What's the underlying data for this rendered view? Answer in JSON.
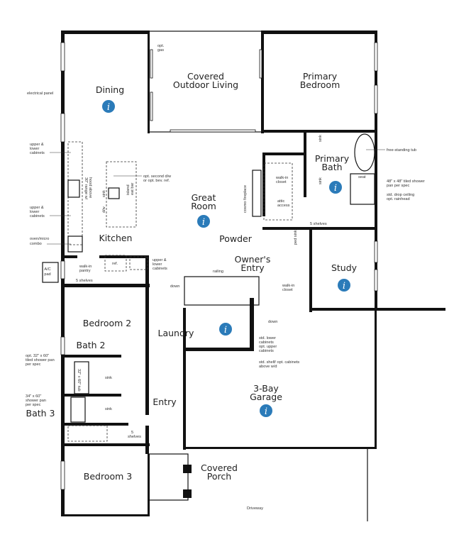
{
  "rooms": {
    "dining": "Dining",
    "covered_outdoor_living": [
      "Covered",
      "Outdoor Living"
    ],
    "primary_bedroom": [
      "Primary",
      "Bedroom"
    ],
    "primary_bath": [
      "Primary",
      "Bath"
    ],
    "great_room": [
      "Great",
      "Room"
    ],
    "kitchen": "Kitchen",
    "powder": "Powder",
    "owners_entry": [
      "Owner's",
      "Entry"
    ],
    "study": "Study",
    "bedroom_2": "Bedroom 2",
    "laundry": "Laundry",
    "bath_2": "Bath 2",
    "garage": [
      "3-Bay",
      "Garage"
    ],
    "entry": "Entry",
    "bath_3": "Bath 3",
    "covered_porch": [
      "Covered",
      "Porch"
    ],
    "bedroom_3": "Bedroom 3",
    "driveway": "Driveway"
  },
  "notes": {
    "opt_gas": [
      "opt.",
      "gas"
    ],
    "electrical_panel": "electrical panel",
    "upper_lower_1": [
      "upper &",
      "lower",
      "cabinets"
    ],
    "upper_lower_2": [
      "upper &",
      "lower",
      "cabinets"
    ],
    "range": [
      "30\" range w/",
      "hood above"
    ],
    "oven_micro": [
      "oven/micro",
      "combo"
    ],
    "ac_pad": [
      "A/C",
      "pad"
    ],
    "walk_in_pantry": [
      "walk-in",
      "pantry"
    ],
    "five_shelves_pantry": "5 shelves",
    "ref": "ref.",
    "upper_lower_3": [
      "upper &",
      "lower",
      "cabinets"
    ],
    "sink_island": "sink",
    "dw": "d/w",
    "island_bar": [
      "island",
      "eat bar"
    ],
    "opt_second_dw": [
      "opt. second d/w",
      "or opt. bev. ref."
    ],
    "free_standing_tub": "free-standing tub",
    "shower_48": [
      "48\" x 48\" tiled shower",
      "pan per spec"
    ],
    "drop_ceiling": [
      "std. drop ceiling",
      "opt. rainhead"
    ],
    "seat": "seat",
    "sink_bath": "sink",
    "walk_in_closet_primary": [
      "walk-in",
      "closet"
    ],
    "attic_access": [
      "attic",
      "access"
    ],
    "cosmo_fireplace": "cosmo fireplace",
    "five_shelves_bath": "5 shelves",
    "ped_sink": "ped sink",
    "railing": "railing",
    "down_1": "down",
    "down_2": "down",
    "walk_in_closet_owner": [
      "walk-in",
      "closet"
    ],
    "laundry_cabinets": [
      "std. lower",
      "cabinets",
      "opt. upper",
      "cabinets"
    ],
    "laundry_shelf": [
      "std. shelf/ opt. cabinets",
      "above w/d"
    ],
    "shower_32": [
      "opt. 32\" x 60\"",
      "tiled shower pan",
      "per spec"
    ],
    "tub_32": "32\" x 60\" tub",
    "shower_34": [
      "34\" x 60\"",
      "shower pan",
      "per spec"
    ],
    "sink_b2": "sink",
    "sink_b3": "sink",
    "five_shelves_hall": [
      "5",
      "shelves"
    ]
  },
  "info_icon": {
    "glyph": "i",
    "color": "#2b7bb9"
  }
}
